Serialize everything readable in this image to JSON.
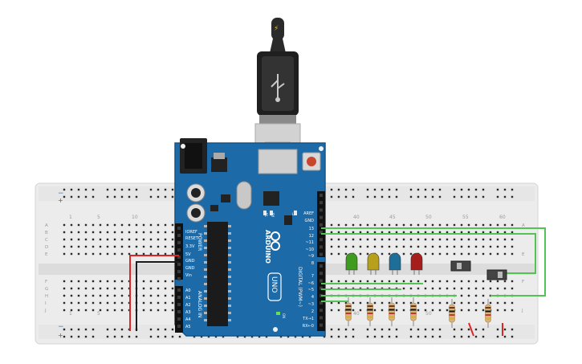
{
  "usb": {
    "plug_symbol": "⚡"
  },
  "breadboard": {
    "top_numbers": [
      "1",
      "5",
      "10",
      "40",
      "45",
      "50",
      "55",
      "60"
    ],
    "bottom_numbers": [
      "1",
      "5",
      "40",
      "45",
      "50"
    ],
    "row_letters_top": [
      "A",
      "B",
      "C",
      "D",
      "E"
    ],
    "row_letters_bottom": [
      "F",
      "G",
      "H",
      "I",
      "J"
    ],
    "rail_minus": "−",
    "rail_plus": "+"
  },
  "arduino": {
    "brand": "ARDUINO",
    "model": "UNO",
    "power_header_title": "POWER",
    "power_pins": [
      "IOREF",
      "RESET",
      "3.3V",
      "5V",
      "GND",
      "GND",
      "Vin"
    ],
    "analog_header_title": "ANALOG IN",
    "analog_pins": [
      "A0",
      "A1",
      "A2",
      "A3",
      "A4",
      "A5"
    ],
    "digital_header_title": "DIGITAL (PWM~)",
    "digital_top_pins": [
      "AREF",
      "GND",
      "13",
      "12",
      "~11",
      "~10",
      "~9",
      "8"
    ],
    "digital_bottom_pins": [
      "7",
      "~6",
      "~5",
      "4",
      "~3",
      "2",
      "TX→1",
      "RX←0"
    ],
    "leds_labels": [
      "TX",
      "RX"
    ],
    "l_label": "L",
    "on_label": "ON"
  },
  "components": {
    "led_colors": [
      "#3e9b1f",
      "#b6a01c",
      "#1d6f9a",
      "#a51d1d"
    ],
    "wire_green": "#55c255",
    "wire_red": "#e02424",
    "wire_black": "#1b1b1b",
    "board_blue": "#1c6aa8"
  }
}
